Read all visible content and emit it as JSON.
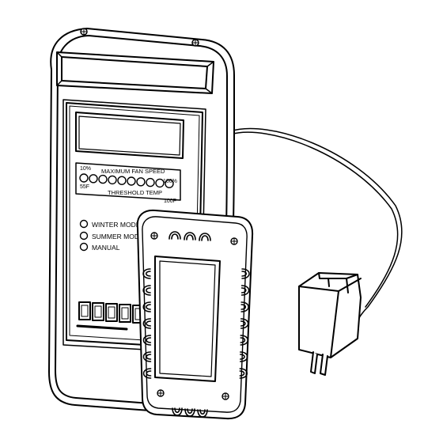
{
  "diagram": {
    "fan_speed_label": "MAXIMUM FAN SPEED",
    "speed_min": "10%",
    "speed_max": "100%",
    "temp_label": "THRESHOLD TEMP",
    "temp_min": "55F",
    "temp_max": "100F",
    "modes": [
      {
        "label": "WINTER MODE"
      },
      {
        "label": "SUMMER MODE"
      },
      {
        "label": "MANUAL"
      }
    ]
  },
  "colors": {
    "line": "#000000",
    "fill": "#ffffff"
  }
}
